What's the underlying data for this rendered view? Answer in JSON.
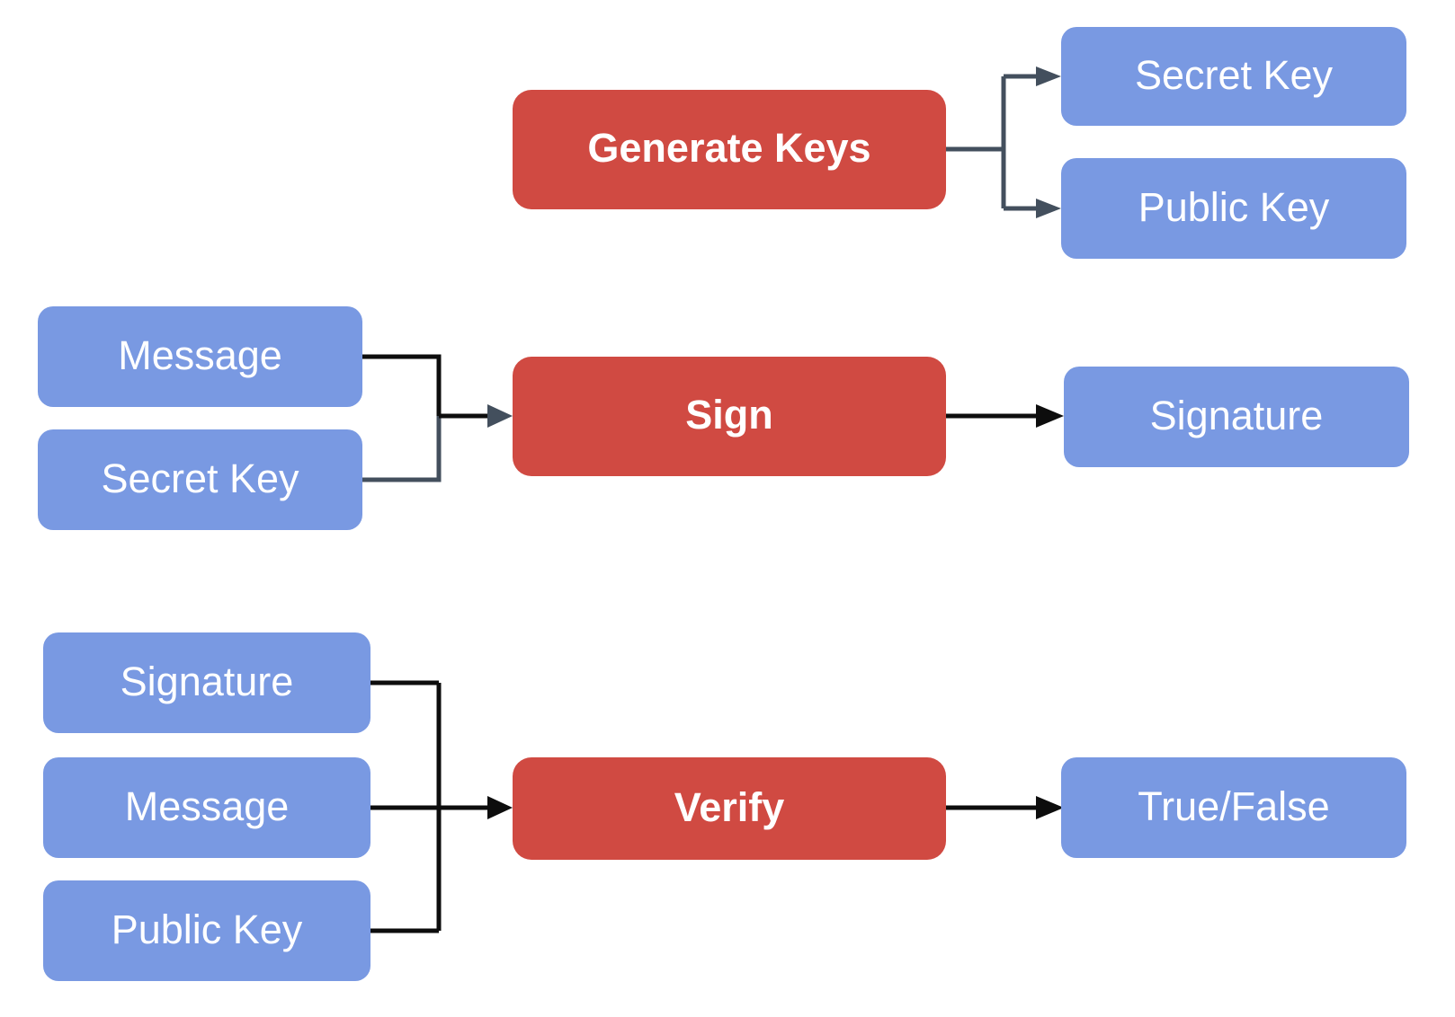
{
  "diagram": {
    "nodes": {
      "generate_keys": {
        "label": "Generate Keys",
        "role": "operation"
      },
      "secret_key_out": {
        "label": "Secret Key",
        "role": "data"
      },
      "public_key_out": {
        "label": "Public Key",
        "role": "data"
      },
      "message_sign": {
        "label": "Message",
        "role": "data"
      },
      "secret_key_sign": {
        "label": "Secret Key",
        "role": "data"
      },
      "sign": {
        "label": "Sign",
        "role": "operation"
      },
      "signature_out": {
        "label": "Signature",
        "role": "data"
      },
      "signature_verify": {
        "label": "Signature",
        "role": "data"
      },
      "message_verify": {
        "label": "Message",
        "role": "data"
      },
      "public_key_verify": {
        "label": "Public Key",
        "role": "data"
      },
      "verify": {
        "label": "Verify",
        "role": "operation"
      },
      "true_false": {
        "label": "True/False",
        "role": "data"
      }
    },
    "edges": [
      {
        "from": "generate_keys",
        "to": "secret_key_out"
      },
      {
        "from": "generate_keys",
        "to": "public_key_out"
      },
      {
        "from": "message_sign",
        "to": "sign"
      },
      {
        "from": "secret_key_sign",
        "to": "sign"
      },
      {
        "from": "sign",
        "to": "signature_out"
      },
      {
        "from": "signature_verify",
        "to": "verify"
      },
      {
        "from": "message_verify",
        "to": "verify"
      },
      {
        "from": "public_key_verify",
        "to": "verify"
      },
      {
        "from": "verify",
        "to": "true_false"
      }
    ],
    "colors": {
      "operation_fill": "#D04A42",
      "data_fill": "#7999E2",
      "label_text": "#FFFFFF",
      "connector_slate": "#434F5D",
      "connector_black": "#0D0D0D",
      "background": "#FFFFFF"
    }
  }
}
